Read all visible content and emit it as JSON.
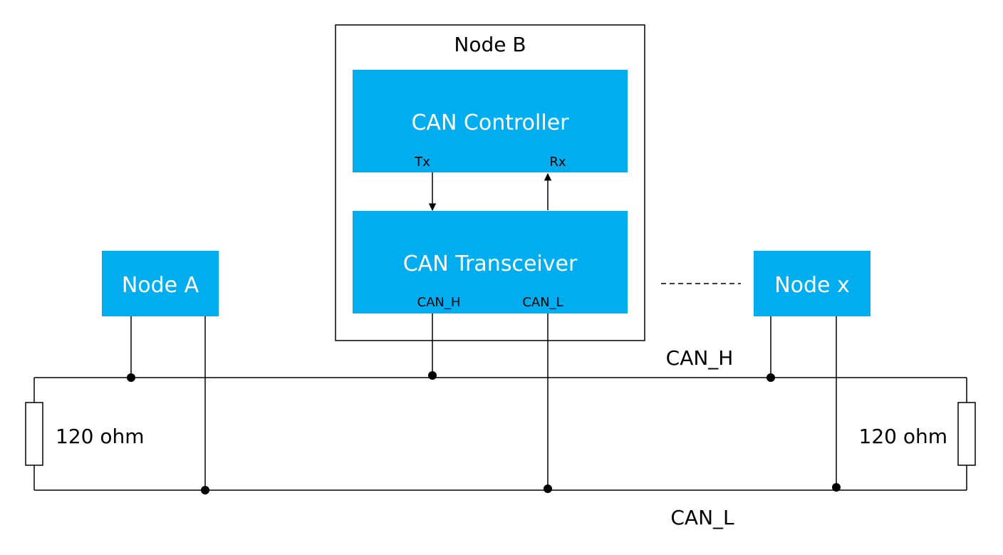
{
  "colors": {
    "block_fill": "#00AEEF",
    "line": "#000000",
    "background": "#FFFFFF"
  },
  "node_b": {
    "title": "Node B",
    "controller": {
      "label": "CAN Controller",
      "tx_label": "Tx",
      "rx_label": "Rx"
    },
    "transceiver": {
      "label": "CAN Transceiver",
      "can_h_label": "CAN_H",
      "can_l_label": "CAN_L"
    }
  },
  "node_a": {
    "label": "Node A"
  },
  "node_x": {
    "label": "Node x"
  },
  "bus": {
    "can_h_label": "CAN_H",
    "can_l_label": "CAN_L"
  },
  "resistors": {
    "left_label": "120 ohm",
    "right_label": "120 ohm"
  }
}
